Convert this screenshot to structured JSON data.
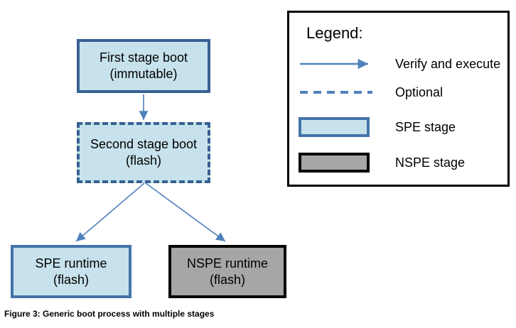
{
  "diagram": {
    "nodes": {
      "first_stage": {
        "line1": "First stage boot",
        "line2": "(immutable)"
      },
      "second_stage": {
        "line1": "Second stage boot",
        "line2": "(flash)"
      },
      "spe_runtime": {
        "line1": "SPE runtime",
        "line2": "(flash)"
      },
      "nspe_runtime": {
        "line1": "NSPE runtime",
        "line2": "(flash)"
      }
    },
    "caption": "Figure 3: Generic boot process with multiple stages"
  },
  "legend": {
    "title": "Legend:",
    "items": [
      {
        "symbol": "solid-arrow-icon",
        "label": "Verify and execute"
      },
      {
        "symbol": "dashed-line-icon",
        "label": "Optional"
      },
      {
        "symbol": "spe-swatch",
        "label": "SPE stage"
      },
      {
        "symbol": "nspe-swatch",
        "label": "NSPE stage"
      }
    ]
  },
  "colors": {
    "spe_fill": "#C7E2EC",
    "spe_border_dark": "#376092",
    "spe_border": "#4473A9",
    "nspe_fill": "#A6A6A6",
    "outline_black": "#000000",
    "arrow": "#4F81BD"
  }
}
